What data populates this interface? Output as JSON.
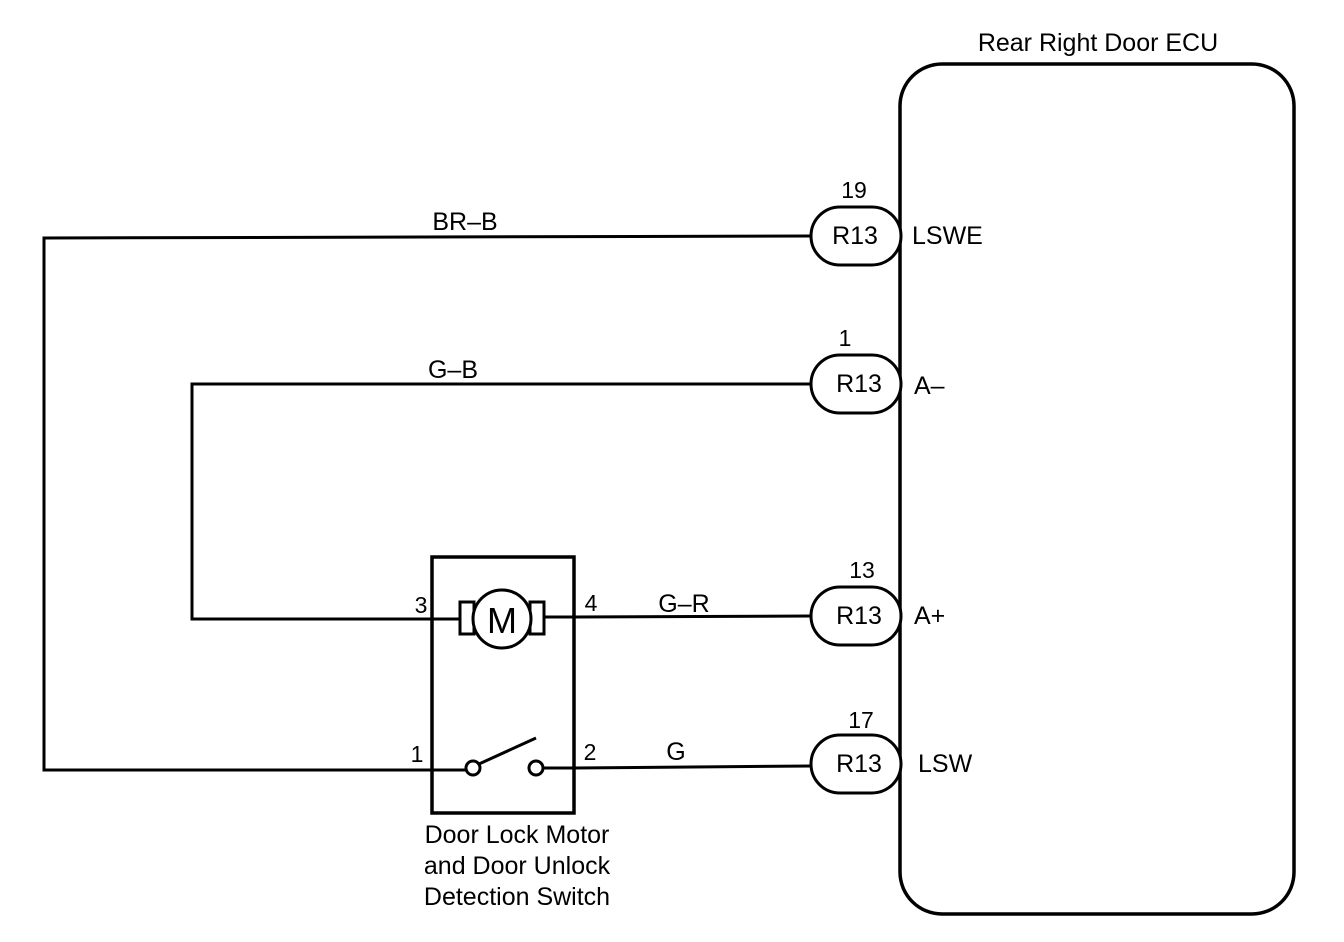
{
  "ecu": {
    "title": "Rear Right Door ECU"
  },
  "connectors": [
    {
      "pin": "19",
      "connector": "R13",
      "signal": "LSWE"
    },
    {
      "pin": "1",
      "connector": "R13",
      "signal": "A–"
    },
    {
      "pin": "13",
      "connector": "R13",
      "signal": "A+"
    },
    {
      "pin": "17",
      "connector": "R13",
      "signal": "LSW"
    }
  ],
  "wires": {
    "w1": "BR–B",
    "w2": "G–B",
    "w3": "G–R",
    "w4": "G"
  },
  "component": {
    "motor_symbol": "M",
    "pins": {
      "p3": "3",
      "p4": "4",
      "p1": "1",
      "p2": "2"
    },
    "label_lines": [
      "Door Lock Motor",
      "and Door Unlock",
      "Detection Switch"
    ]
  }
}
